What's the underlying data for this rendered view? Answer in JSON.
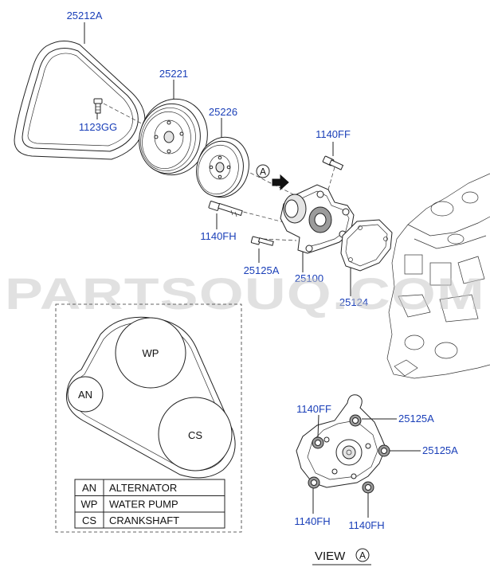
{
  "part_numbers": {
    "belt": "25212A",
    "crank_pulley": "25221",
    "bolt_pulley": "1123GG",
    "wp_pulley": "25226",
    "bolt_ff_top": "1140FF",
    "bolt_fh_left": "1140FH",
    "stud": "25125A",
    "water_pump": "25100",
    "gasket": "25124"
  },
  "view_label": {
    "marker": "A",
    "text": "VIEW",
    "marker_view": "A"
  },
  "view_callouts": {
    "ff": "1140FF",
    "stud_top": "25125A",
    "stud_right": "25125A",
    "fh_left": "1140FH",
    "fh_right": "1140FH"
  },
  "belt_routing": {
    "pulleys": [
      "WP",
      "AN",
      "CS"
    ],
    "legend": [
      {
        "code": "AN",
        "name": "ALTERNATOR"
      },
      {
        "code": "WP",
        "name": "WATER PUMP"
      },
      {
        "code": "CS",
        "name": "CRANKSHAFT"
      }
    ]
  },
  "watermark": "PARTSOUQ.COM"
}
